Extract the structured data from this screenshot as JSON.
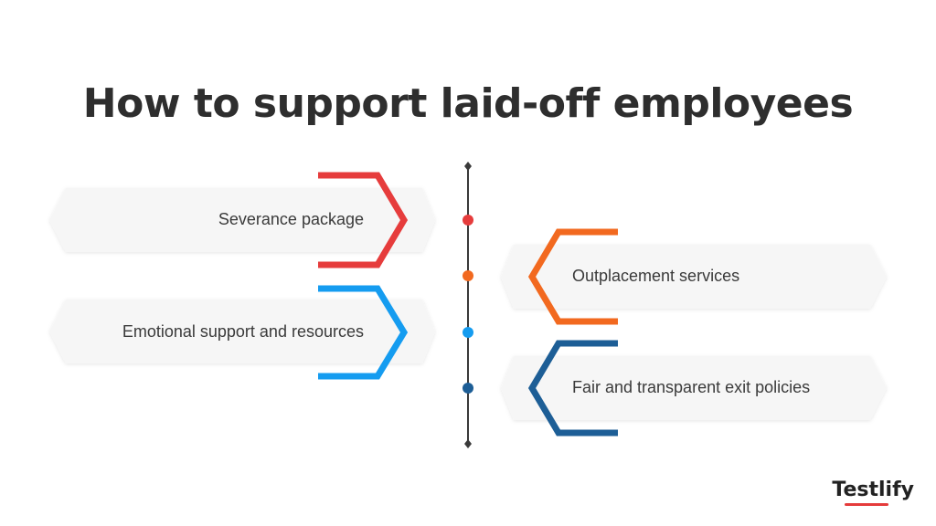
{
  "title": "How to support laid-off employees",
  "items": [
    {
      "label": "Severance package",
      "color": "#e63c3c"
    },
    {
      "label": "Outplacement services",
      "color": "#f2691f"
    },
    {
      "label": "Emotional support and resources",
      "color": "#159cf0"
    },
    {
      "label": "Fair and transparent exit policies",
      "color": "#1d5e96"
    }
  ],
  "brand": "Testlify",
  "colors": {
    "title": "#2e2e2e",
    "card": "#f6f6f6",
    "timeline": "#3a3a3a",
    "brand_accent": "#e53b3b"
  }
}
